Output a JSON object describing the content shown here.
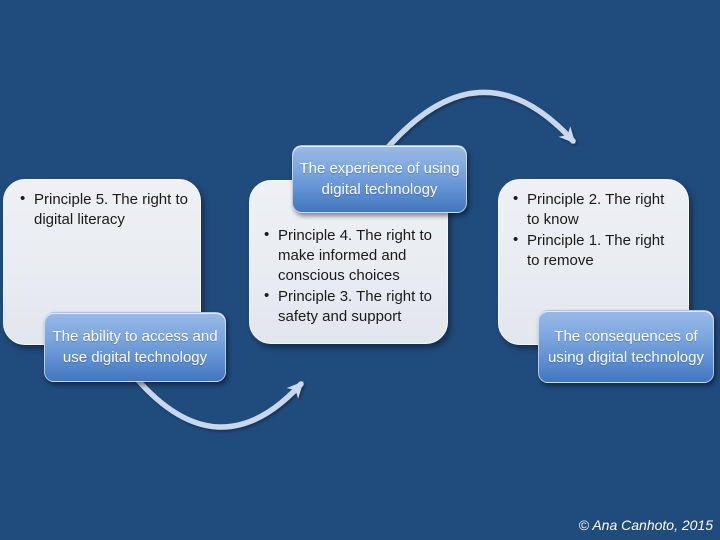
{
  "slide": {
    "background_color": "#204b7d",
    "copyright": "© Ana Canhoto, 2015"
  },
  "ui": {
    "bullet_char": "•"
  },
  "colors": {
    "background": "#204b7d",
    "panel_fill": "#e9ecf1",
    "callout_gradient_top": "#9ab9e7",
    "callout_gradient_bottom": "#4077bd",
    "arrow": "#c9d7ed",
    "bullet_text": "#1a1a1a",
    "callout_text": "#ffffff"
  },
  "columns": [
    {
      "label": "The ability to access and use digital technology",
      "bullets": [
        "Principle 5. The right to digital literacy"
      ]
    },
    {
      "label": "The experience of using digital technology",
      "bullets": [
        "Principle 4. The right to make informed and conscious choices",
        "Principle 3. The right to safety and support"
      ]
    },
    {
      "label": "The consequences of using digital technology",
      "bullets": [
        "Principle 2. The right to know",
        "Principle 1. The right to remove"
      ]
    }
  ],
  "arrows": [
    {
      "name": "arrow-left-to-middle",
      "description": "curved arrow from left callout up to middle panel"
    },
    {
      "name": "arrow-middle-to-right",
      "description": "curved arrow from middle callout over to right panel"
    }
  ]
}
